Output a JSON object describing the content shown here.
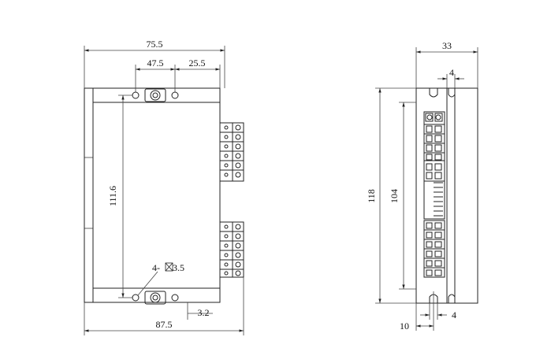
{
  "dims": {
    "front_width_outer": "75.5",
    "hole_spacing": "47.5",
    "hole_offset": "25.5",
    "mount_height": "111.6",
    "mount_holes": "4- ",
    "mount_hole_dia": "3.5",
    "slot_offset": "3.2",
    "body_width": "87.5",
    "side_depth": "33",
    "side_slot": "4",
    "side_height": "118",
    "side_inner_height": "104",
    "bottom_offset": "10",
    "bottom_slot": "4"
  },
  "colors": {
    "line": "#222222",
    "dim": "#444444",
    "fill": "#ffffff"
  }
}
